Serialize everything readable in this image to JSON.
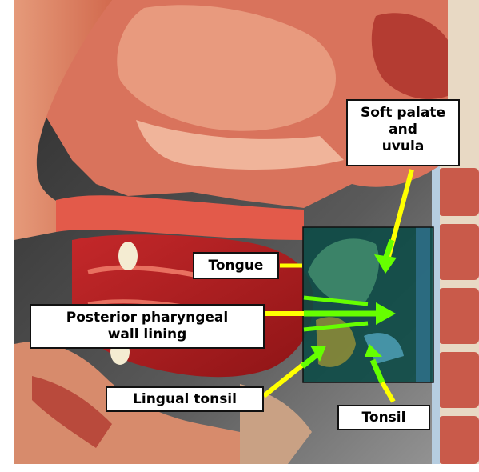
{
  "labels": {
    "soft_palate_line1": "Soft palate",
    "soft_palate_line2": "and",
    "soft_palate_line3": "uvula",
    "tongue": "Tongue",
    "posterior_line1": "Posterior pharyngeal",
    "posterior_line2": "wall lining",
    "lingual_tonsil": "Lingual tonsil",
    "tonsil": "Tonsil"
  },
  "colors": {
    "arrow_yellow": "#ffff00",
    "arrow_green": "#66ff00",
    "highlight_box": "#0a4a45"
  }
}
